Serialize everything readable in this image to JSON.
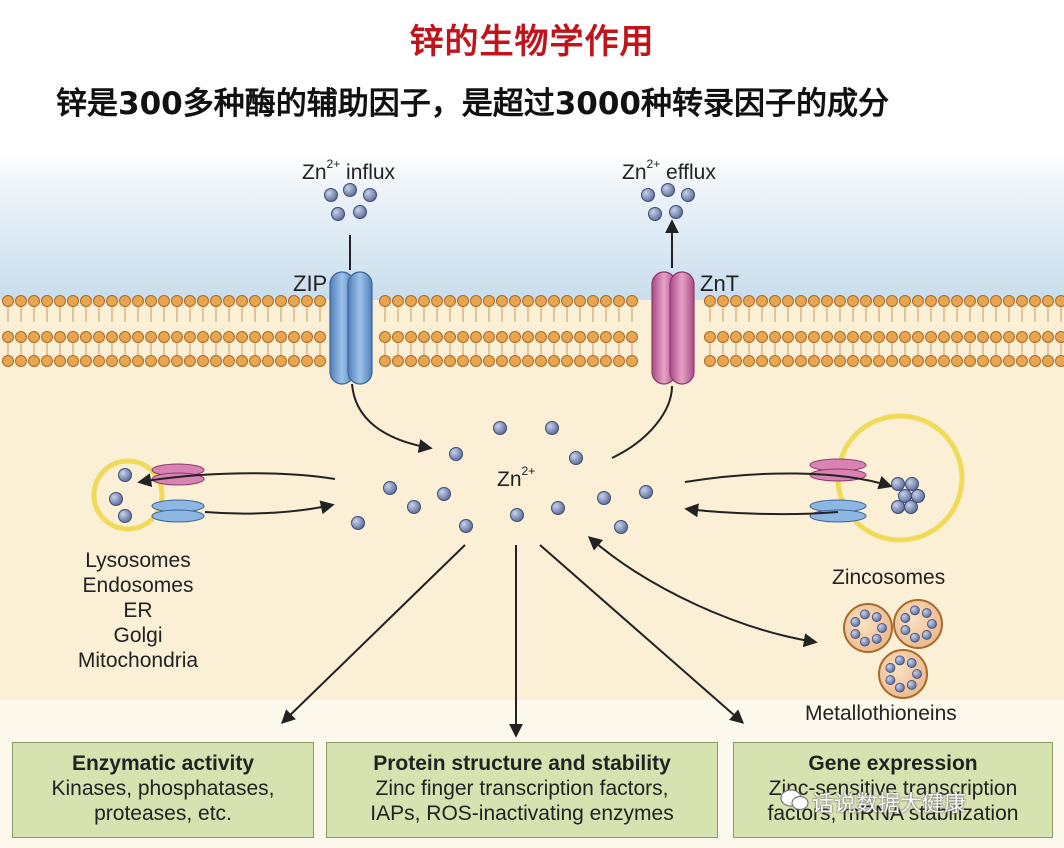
{
  "header": {
    "title": "锌的生物学作用",
    "subtitle": "锌是300多种酶的辅助因子，是超过3000种转录因子的成分"
  },
  "membrane": {
    "influx_ion": "Zn",
    "influx_charge": "2+",
    "influx_text": " influx",
    "efflux_ion": "Zn",
    "efflux_charge": "2+",
    "efflux_text": " efflux",
    "zip_label": "ZIP",
    "znt_label": "ZnT"
  },
  "cytosol": {
    "zn_ion": "Zn",
    "zn_charge": "2+"
  },
  "organelles": {
    "items": [
      "Lysosomes",
      "Endosomes",
      "ER",
      "Golgi",
      "Mitochondria"
    ],
    "zincosomes_label": "Zincosomes",
    "metallothioneins_label": "Metallothioneins"
  },
  "functions": [
    {
      "title": "Enzymatic activity",
      "line1": "Kinases, phosphatases,",
      "line2": "proteases, etc."
    },
    {
      "title": "Protein structure and stability",
      "line1": "Zinc finger transcription factors,",
      "line2": "IAPs, ROS-inactivating enzymes"
    },
    {
      "title": "Gene expression",
      "line1": "Zinc-sensitive transcription",
      "line2": "factors, mRNA stabilization"
    }
  ],
  "watermark": {
    "text": "话说数据大健康"
  },
  "colors": {
    "title_red": "#c0141a",
    "cytosol": "#fbf0d6",
    "extracellular_top": "#cfe0ee",
    "zip_blue": "#6d9fd3",
    "znt_pink": "#c86a9e",
    "ion": "#7888b0",
    "vesicle_yellow": "#f0da5a",
    "box_green": "#d6e2b0"
  }
}
